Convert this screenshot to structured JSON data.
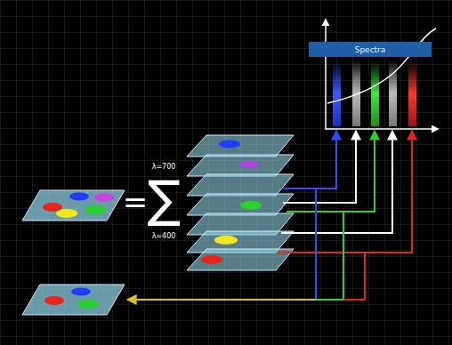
{
  "diagram": {
    "nodes": [
      {
        "text": [
          "Spectra"
        ]
      }
    ],
    "labels": [
      "=",
      "∑",
      "λ=700",
      "λ=400"
    ]
  }
}
